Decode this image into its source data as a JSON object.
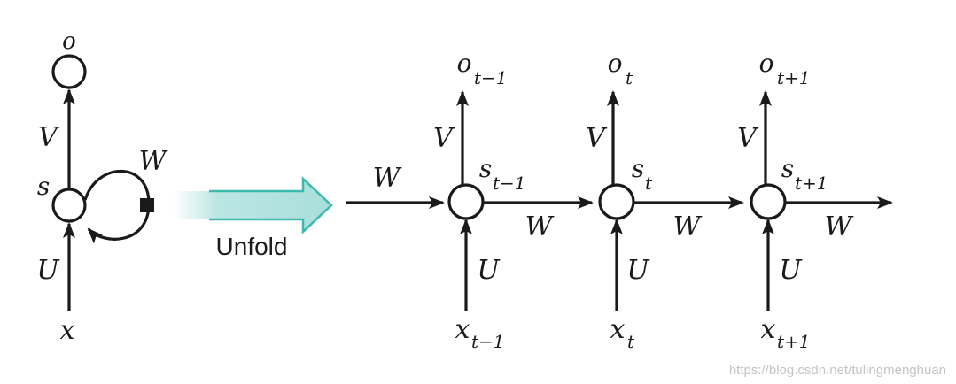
{
  "folded": {
    "labels": {
      "o": "o",
      "V": "V",
      "W": "W",
      "s": "s",
      "U": "U",
      "x": "x"
    }
  },
  "unfold_label": "Unfold",
  "unfolded": {
    "incoming_W": "W",
    "steps": [
      {
        "o": "o",
        "o_sub": "t−1",
        "V": "V",
        "s": "s",
        "s_sub": "t−1",
        "W": "W",
        "U": "U",
        "x": "x",
        "x_sub": "t−1"
      },
      {
        "o": "o",
        "o_sub": "t",
        "V": "V",
        "s": "s",
        "s_sub": "t",
        "W": "W",
        "U": "U",
        "x": "x",
        "x_sub": "t"
      },
      {
        "o": "o",
        "o_sub": "t+1",
        "V": "V",
        "s": "s",
        "s_sub": "t+1",
        "W": "W",
        "U": "U",
        "x": "x",
        "x_sub": "t+1"
      }
    ]
  },
  "watermark": "https://blog.csdn.net/tulingmenghuan",
  "colors": {
    "ink": "#1a1a1a",
    "arrow_fill": "#b3e3df",
    "arrow_stroke": "#2cb3a8",
    "watermark": "#c4c4c4"
  }
}
